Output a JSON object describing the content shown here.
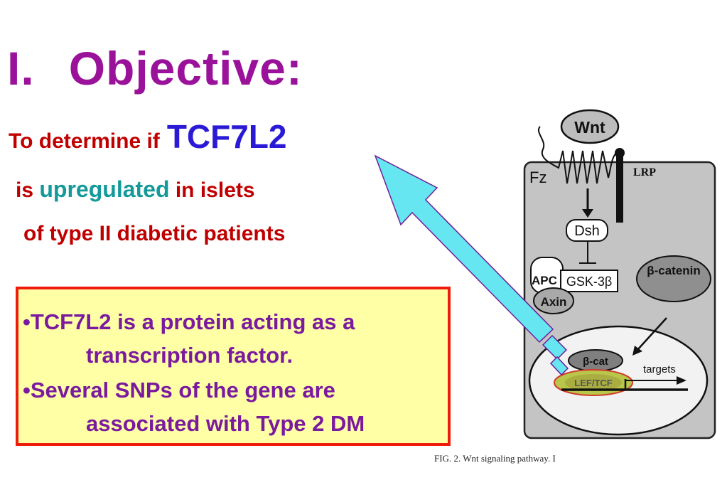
{
  "heading": {
    "number": "I.",
    "text": "Objective:"
  },
  "objective": {
    "line1_prefix": "To determine if",
    "gene": "TCF7L2",
    "line2_prefix": "is",
    "line2_highlight": "upregulated",
    "line2_suffix": "in islets",
    "line3": "of type II diabetic patients"
  },
  "bullets": [
    {
      "first": "•TCF7L2 is a protein acting as a",
      "cont": "transcription factor."
    },
    {
      "first": "•Several SNPs of the gene  are",
      "cont": "associated with Type 2 DM"
    }
  ],
  "figure": {
    "labels": {
      "wnt": "Wnt",
      "fz": "Fz",
      "lrp": "LRP",
      "dsh": "Dsh",
      "apc": "APC",
      "gsk": "GSK-3β",
      "axin": "Axin",
      "bcatenin": "β-catenin",
      "bcat": "β-cat",
      "leftcf": "LEF/TCF",
      "targets": "targets"
    },
    "caption": "FIG.  2.  Wnt  signaling pathway. I"
  },
  "colors": {
    "heading": "#9a119a",
    "objective_text": "#c00000",
    "gene": "#2a1ad6",
    "highlight": "#149a9a",
    "box_bg": "#ffffa6",
    "box_border": "#ee1c0c",
    "bullet_text": "#7a1a9e",
    "arrow": "#66e6f0"
  }
}
